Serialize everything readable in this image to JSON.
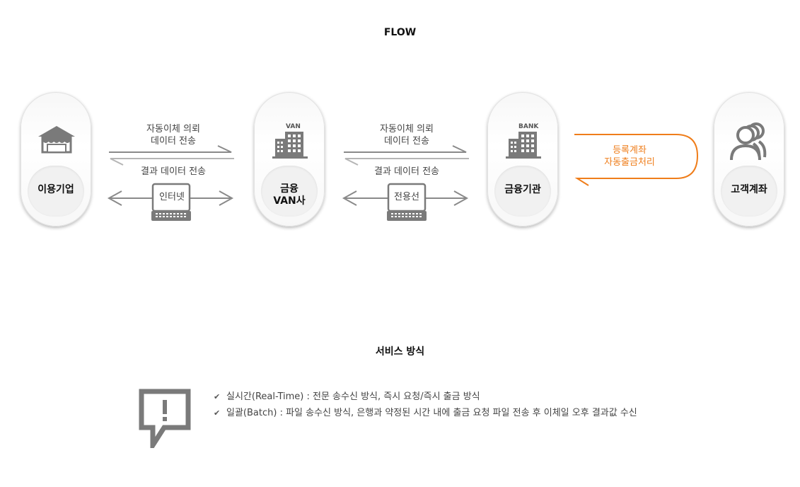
{
  "flow": {
    "title": "FLOW",
    "nodes": [
      {
        "label": "이용기업"
      },
      {
        "label_line1": "금융",
        "label_line2": "VAN사",
        "tag": "VAN"
      },
      {
        "label": "금융기관",
        "tag": "BANK"
      },
      {
        "label": "고객계좌"
      }
    ],
    "link1": {
      "request_line1": "자동이체 의뢰",
      "request_line2": "데이터 전송",
      "result": "결과 데이터 전송",
      "channel": "인터넷"
    },
    "link2": {
      "request_line1": "자동이체 의뢰",
      "request_line2": "데이터 전송",
      "result": "결과 데이터 전송",
      "channel": "전용선"
    },
    "link3": {
      "line1": "등록계좌",
      "line2": "자동출금처리"
    }
  },
  "service": {
    "title": "서비스 방식",
    "items": [
      "실시간(Real-Time) : 전문 송수신 방식, 즉시 요청/즉시 출금 방식",
      "일괄(Batch) : 파일 송수신 방식, 은행과 약정된 시간 내에 출금 요청 파일 전송 후 이체일 오후 결과값 수신"
    ]
  },
  "colors": {
    "accent": "#ef7d1a",
    "icon": "#7a7a7a",
    "arrow": "#8a8a8a"
  },
  "icons": [
    "store-icon",
    "building-icon",
    "bank-building-icon",
    "people-icon",
    "laptop-icon",
    "alert-bubble-icon",
    "check-icon"
  ]
}
